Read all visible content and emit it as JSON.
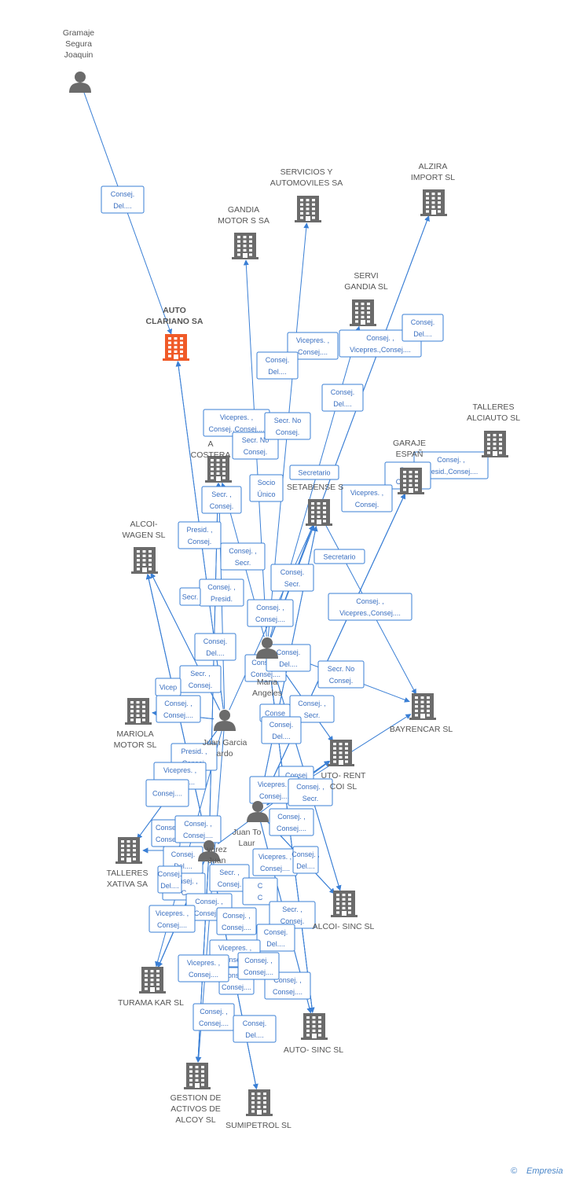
{
  "colors": {
    "edge": "#3a7fd5",
    "company": "#6b6b6b",
    "focus_company": "#f05a28",
    "person": "#6b6b6b",
    "label": "#555555"
  },
  "nodes": [
    {
      "id": "gramaje",
      "kind": "person",
      "label": [
        "Gramaje",
        "Segura",
        "Joaquin"
      ],
      "icon": "person-icon"
    },
    {
      "id": "auto_clariano",
      "kind": "company",
      "focus": true,
      "label": [
        "AUTO",
        "CLARIANO SA"
      ],
      "icon": "building-icon"
    },
    {
      "id": "servicios",
      "kind": "company",
      "label": [
        "SERVICIOS Y",
        "AUTOMOVILES SA"
      ],
      "icon": "building-icon"
    },
    {
      "id": "gandia_motor",
      "kind": "company",
      "label": [
        "GANDIA",
        "MOTOR S SA"
      ],
      "icon": "building-icon"
    },
    {
      "id": "alzira",
      "kind": "company",
      "label": [
        "ALZIRA",
        "IMPORT SL"
      ],
      "icon": "building-icon"
    },
    {
      "id": "servi_gandia",
      "kind": "company",
      "label": [
        "SERVI",
        "GANDIA SL"
      ],
      "icon": "building-icon"
    },
    {
      "id": "talleres_alciauto",
      "kind": "company",
      "label": [
        "TALLERES",
        "ALCIAUTO SL"
      ],
      "icon": "building-icon"
    },
    {
      "id": "auto_costera",
      "kind": "company",
      "label": [
        "A",
        "COSTERA"
      ],
      "icon": "building-icon"
    },
    {
      "id": "garaje_espana",
      "kind": "company",
      "label": [
        "GARAJE",
        "ESPAÑ"
      ],
      "icon": "building-icon"
    },
    {
      "id": "setabense",
      "kind": "company",
      "label": [
        "SETABENSE S"
      ],
      "icon": "building-icon"
    },
    {
      "id": "alcoi_wagen",
      "kind": "company",
      "label": [
        "ALCOI-",
        "WAGEN SL"
      ],
      "icon": "building-icon"
    },
    {
      "id": "bayrencar",
      "kind": "company",
      "label": [
        "BAYRENCAR SL"
      ],
      "icon": "building-icon"
    },
    {
      "id": "maria_angeles",
      "kind": "person",
      "label": [
        "Maria",
        "Angeles"
      ],
      "icon": "person-icon"
    },
    {
      "id": "mariola",
      "kind": "company",
      "label": [
        "MARIOLA",
        "MOTOR SL"
      ],
      "icon": "building-icon"
    },
    {
      "id": "juan_garcia",
      "kind": "person",
      "label": [
        "Juan Garcia",
        "ardo"
      ],
      "icon": "person-icon"
    },
    {
      "id": "auto_rent",
      "kind": "company",
      "label": [
        "UTO- RENT",
        "COI SL"
      ],
      "icon": "building-icon"
    },
    {
      "id": "juan_to",
      "kind": "person",
      "label": [
        "Juan To",
        "Laur"
      ],
      "icon": "person-icon"
    },
    {
      "id": "alvarez",
      "kind": "person",
      "label": [
        "varez",
        "Juan"
      ],
      "icon": "person-icon"
    },
    {
      "id": "talleres_xativa",
      "kind": "company",
      "label": [
        "TALLERES",
        "XATIVA SA"
      ],
      "icon": "building-icon"
    },
    {
      "id": "alcoi_sinc",
      "kind": "company",
      "label": [
        "ALCOI- SINC SL"
      ],
      "icon": "building-icon"
    },
    {
      "id": "turama",
      "kind": "company",
      "label": [
        "TURAMA KAR SL"
      ],
      "icon": "building-icon"
    },
    {
      "id": "auto_sinc",
      "kind": "company",
      "label": [
        "AUTO- SINC SL"
      ],
      "icon": "building-icon"
    },
    {
      "id": "gestion",
      "kind": "company",
      "label": [
        "GESTION DE",
        "ACTIVOS DE",
        "ALCOY SL"
      ],
      "icon": "building-icon"
    },
    {
      "id": "sumipetrol",
      "kind": "company",
      "label": [
        "SUMIPETROL SL"
      ],
      "icon": "building-icon"
    }
  ],
  "edges": [
    {
      "from": "gramaje",
      "to": "auto_clariano",
      "label": [
        "Consej.",
        "Del...."
      ]
    },
    {
      "from": "juan_garcia",
      "to": "auto_clariano",
      "label": [
        "Vicepres. ,",
        "Consej.,Consej...."
      ]
    },
    {
      "from": "juan_garcia",
      "to": "auto_costera",
      "label": [
        "Secr. No",
        "Consej."
      ]
    },
    {
      "from": "maria_angeles",
      "to": "servicios",
      "label": [
        "Vicepres. ,",
        "Consej...."
      ]
    },
    {
      "from": "maria_angeles",
      "to": "gandia_motor",
      "label": [
        "Consej.",
        "Del...."
      ]
    },
    {
      "from": "maria_angeles",
      "to": "servi_gandia",
      "label": [
        "Consej. ,",
        "Vicepres.,Consej...."
      ]
    },
    {
      "from": "maria_angeles",
      "to": "alzira",
      "label": [
        "Consej.",
        "Del...."
      ]
    },
    {
      "from": "maria_angeles",
      "to": "alzira",
      "label": [
        "Consej.",
        "Del...."
      ]
    },
    {
      "from": "maria_angeles",
      "to": "auto_costera",
      "label": [
        "Secr. No",
        "Consej."
      ]
    },
    {
      "from": "juan_to",
      "to": "garaje_espana",
      "label": [
        "Consej. ,",
        "Presid.,Consej...."
      ]
    },
    {
      "from": "juan_to",
      "to": "garaje_espana",
      "label": [
        "Secr.",
        "Consej."
      ]
    },
    {
      "from": "maria_angeles",
      "to": "setabense",
      "label": [
        "Secretario"
      ]
    },
    {
      "from": "juan_to",
      "to": "garaje_espana",
      "label": [
        "Vicepres. ,",
        "Consej."
      ]
    },
    {
      "from": "juan_to",
      "to": "setabense",
      "label": [
        "Socio",
        "Único"
      ]
    },
    {
      "from": "alvarez",
      "to": "auto_costera",
      "label": [
        "Secr. ,",
        "Consej."
      ]
    },
    {
      "from": "alvarez",
      "to": "alcoi_wagen",
      "label": [
        "Presid. ,",
        "Consej."
      ]
    },
    {
      "from": "alvarez",
      "to": "auto_costera",
      "label": [
        "Consej. ,",
        "Secr."
      ]
    },
    {
      "from": "setabense",
      "to": "bayrencar",
      "label": [
        "Secretario"
      ]
    },
    {
      "from": "juan_to",
      "to": "setabense",
      "label": [
        "Consej.",
        "Secr."
      ]
    },
    {
      "from": "alvarez",
      "to": "alcoi_wagen",
      "label": [
        "Consej. ,",
        "Presid."
      ]
    },
    {
      "from": "alvarez",
      "to": "alcoi_wagen",
      "label": [
        "Secr."
      ]
    },
    {
      "from": "juan_to",
      "to": "bayrencar",
      "label": [
        "Consej. ,",
        "Vicepres.,Consej...."
      ]
    },
    {
      "from": "juan_garcia",
      "to": "setabense",
      "label": [
        "Consej. ,",
        "Consej...."
      ]
    },
    {
      "from": "juan_garcia",
      "to": "auto_clariano",
      "label": [
        "Consej.",
        "Del...."
      ]
    },
    {
      "from": "maria_angeles",
      "to": "auto_rent",
      "label": [
        "Consej. ,",
        "Consej...."
      ]
    },
    {
      "from": "maria_angeles",
      "to": "auto_rent",
      "label": [
        "Consej.",
        "Del...."
      ]
    },
    {
      "from": "maria_angeles",
      "to": "bayrencar",
      "label": [
        "Secr. No",
        "Consej."
      ]
    },
    {
      "from": "juan_garcia",
      "to": "alcoi_wagen",
      "label": [
        "Secr. ,",
        "Consej."
      ]
    },
    {
      "from": "juan_garcia",
      "to": "alcoi_wagen",
      "label": [
        "Vicep"
      ]
    },
    {
      "from": "juan_garcia",
      "to": "mariola",
      "label": [
        "Consej. ,",
        "Consej...."
      ]
    },
    {
      "from": "juan_to",
      "to": "auto_rent",
      "label": [
        "Consej. ,",
        "Secr."
      ]
    },
    {
      "from": "juan_to",
      "to": "auto_rent",
      "label": [
        "Conse"
      ]
    },
    {
      "from": "juan_to",
      "to": "auto_rent",
      "label": [
        "Consej.",
        "Del...."
      ]
    },
    {
      "from": "juan_garcia",
      "to": "mariola",
      "label": [
        "Presid. ,",
        "Consej."
      ]
    },
    {
      "from": "juan_garcia",
      "to": "talleres_xativa",
      "label": [
        "Vicepres. ,",
        "Consej...."
      ]
    },
    {
      "from": "juan_garcia",
      "to": "talleres_xativa",
      "label": [
        "Consej...."
      ]
    },
    {
      "from": "alvarez",
      "to": "auto_rent",
      "label": [
        "Consej"
      ]
    },
    {
      "from": "juan_to",
      "to": "alcoi_sinc",
      "label": [
        "Vicepres. ,",
        "Consej...."
      ]
    },
    {
      "from": "juan_to",
      "to": "alcoi_sinc",
      "label": [
        "Consej. ,",
        "Secr."
      ]
    },
    {
      "from": "alvarez",
      "to": "talleres_xativa",
      "label": [
        "Conse",
        "Conse"
      ]
    },
    {
      "from": "alvarez",
      "to": "talleres_xativa",
      "label": [
        "Consej. ,",
        "Consej...."
      ]
    },
    {
      "from": "juan_to",
      "to": "alcoi_sinc",
      "label": [
        "Consej. ,",
        "Consej...."
      ]
    },
    {
      "from": "alvarez",
      "to": "turama",
      "label": [
        "Consej.",
        "Del...."
      ]
    },
    {
      "from": "maria_angeles",
      "to": "alcoi_sinc",
      "label": [
        "Vicepres. ,",
        "Consej...."
      ]
    },
    {
      "from": "maria_angeles",
      "to": "alcoi_sinc",
      "label": [
        "Consej. ,",
        "Del...."
      ]
    },
    {
      "from": "alvarez",
      "to": "turama",
      "label": [
        "Consej. ,",
        "C"
      ]
    },
    {
      "from": "alvarez",
      "to": "sumipetrol",
      "label": [
        "Secr. ,",
        "Consej."
      ]
    },
    {
      "from": "alvarez",
      "to": "turama",
      "label": [
        "C",
        "C"
      ]
    },
    {
      "from": "maria_angeles",
      "to": "auto_sinc",
      "label": [
        "Secr. ,",
        "Consej."
      ]
    },
    {
      "from": "alvarez",
      "to": "turama",
      "label": [
        "Consej. ,",
        "Consej...."
      ]
    },
    {
      "from": "juan_garcia",
      "to": "turama",
      "label": [
        "Vicepres. ,",
        "Consej...."
      ]
    },
    {
      "from": "juan_to",
      "to": "auto_sinc",
      "label": [
        "Consej. ,",
        "Consej...."
      ]
    },
    {
      "from": "maria_angeles",
      "to": "auto_sinc",
      "label": [
        "Consej.",
        "Del...."
      ]
    },
    {
      "from": "maria_angeles",
      "to": "auto_sinc",
      "label": [
        "Vicepres. ,",
        "Consej...."
      ]
    },
    {
      "from": "alvarez",
      "to": "gestion",
      "label": [
        "Consej. ,",
        "Consej...."
      ]
    },
    {
      "from": "alvarez",
      "to": "gestion",
      "label": [
        "Consej. ,",
        "Consej...."
      ]
    },
    {
      "from": "juan_garcia",
      "to": "gestion",
      "label": [
        "Vicepres. ,",
        "Consej...."
      ]
    },
    {
      "from": "alvarez",
      "to": "sumipetrol",
      "label": [
        "Consej. ,",
        "Consej...."
      ]
    },
    {
      "from": "juan_to",
      "to": "auto_sinc",
      "label": [
        "Consej. ,",
        "Consej...."
      ]
    },
    {
      "from": "alvarez",
      "to": "gestion",
      "label": [
        "Consej.",
        "Del...."
      ]
    },
    {
      "from": "alvarez",
      "to": "sumipetrol",
      "label": [
        "Consej.",
        "Del...."
      ]
    }
  ],
  "footer": {
    "copyright_symbol": "©",
    "brand": "Empresia"
  }
}
